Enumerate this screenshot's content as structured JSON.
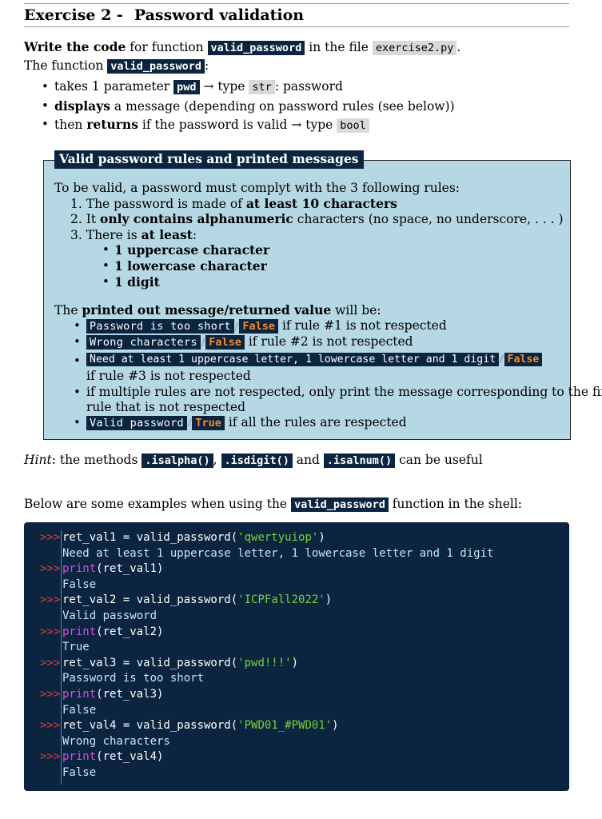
{
  "header": {
    "exercise": "Exercise 2 -",
    "title": "Password validation"
  },
  "intro": {
    "write_bold": "Write the code",
    "for_function": "for function",
    "function_name": "valid_password",
    "in_the_file": "in the file",
    "file_name": "exercise2.py",
    "period": ".",
    "the_function": "The function",
    "colon": ":"
  },
  "bullets": {
    "b1_takes": "takes 1 parameter",
    "b1_param": "pwd",
    "b1_arrow_type": "→ type",
    "b1_type": "str",
    "b1_desc": ": password",
    "b2_bold": "displays",
    "b2_rest": "a message (depending on password rules (see below))",
    "b3_then": "then",
    "b3_bold": "returns",
    "b3_rest": "if the password is valid → type",
    "b3_type": "bool"
  },
  "rules_box": {
    "title": "Valid password rules and printed messages",
    "intro": "To be valid, a password must complyt with the 3 following rules:",
    "r1_num": "1.",
    "r1_pre": "The password is made of",
    "r1_bold": "at least 10 characters",
    "r2_num": "2.",
    "r2_pre": "It",
    "r2_bold": "only contains alphanumeric",
    "r2_rest": "characters (no space, no underscore, . . . )",
    "r3_num": "3.",
    "r3_pre": "There is",
    "r3_bold": "at least",
    "r3_colon": ":",
    "sub1": "1 uppercase character",
    "sub2": "1 lowercase character",
    "sub3": "1 digit",
    "printed_pre": "The",
    "printed_bold": "printed out message/returned value",
    "printed_rest": "will be:",
    "m1_msg": "Password is too short",
    "m1_val": "False",
    "m1_rest": "if rule #1 is not respected",
    "m2_msg": "Wrong characters",
    "m2_val": "False",
    "m2_rest": "if rule #2 is not respected",
    "m3_msg": "Need at least 1 uppercase letter, 1 lowercase letter and 1 digit",
    "m3_val": "False",
    "m3_rest": "if rule #3 is not respected",
    "m4_line1": "if multiple rules are not respected, only print the message corresponding to the first",
    "m4_line2": "rule that is not respected",
    "m5_msg": "Valid password",
    "m5_val": "True",
    "m5_rest": "if all the rules are respected",
    "slash": "/"
  },
  "hint": {
    "label": "Hint",
    "text": ": the methods",
    "m1": ".isalpha()",
    "comma": ",",
    "m2": ".isdigit()",
    "and": "and",
    "m3": ".isalnum()",
    "rest": "can be useful"
  },
  "examples": {
    "pre": "Below are some examples when using the",
    "fn": "valid_password",
    "post": "function in the shell:"
  },
  "shell": {
    "prompt": ">>>",
    "lines": [
      {
        "kind": "stmt",
        "pre": "ret_val1 = valid_password(",
        "str": "'qwertyuiop'",
        "post": ")"
      },
      {
        "kind": "out",
        "text": "Need at least 1 uppercase letter, 1 lowercase letter and 1 digit"
      },
      {
        "kind": "print",
        "kw": "print",
        "arg": "(ret_val1)"
      },
      {
        "kind": "out",
        "text": "False"
      },
      {
        "kind": "stmt",
        "pre": "ret_val2 = valid_password(",
        "str": "'ICPFall2022'",
        "post": ")"
      },
      {
        "kind": "out",
        "text": "Valid password"
      },
      {
        "kind": "print",
        "kw": "print",
        "arg": "(ret_val2)"
      },
      {
        "kind": "out",
        "text": "True"
      },
      {
        "kind": "stmt",
        "pre": "ret_val3 = valid_password(",
        "str": "'pwd!!!'",
        "post": ")"
      },
      {
        "kind": "out",
        "text": "Password is too short"
      },
      {
        "kind": "print",
        "kw": "print",
        "arg": "(ret_val3)"
      },
      {
        "kind": "out",
        "text": "False"
      },
      {
        "kind": "stmt",
        "pre": "ret_val4 = valid_password(",
        "str": "'PWD01_#PWD01'",
        "post": ")"
      },
      {
        "kind": "out",
        "text": "Wrong characters"
      },
      {
        "kind": "print",
        "kw": "print",
        "arg": "(ret_val4)"
      },
      {
        "kind": "out",
        "text": "False"
      }
    ]
  },
  "colors": {
    "code_bg": "#0b2540",
    "box_bg": "#b5d8e4",
    "prompt": "#e23b3b",
    "string": "#76d13a",
    "keyword": "#d84bd8",
    "bool_value": "#f08a2a"
  }
}
